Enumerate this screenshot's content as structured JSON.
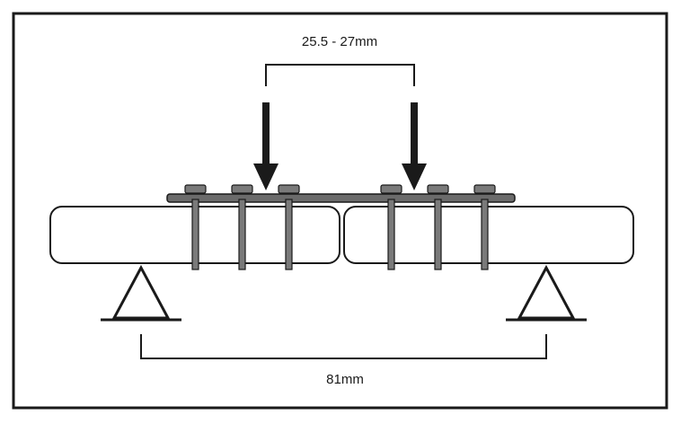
{
  "dimensions": {
    "load_span_label": "25.5 - 27mm",
    "support_span_label": "81mm"
  },
  "colors": {
    "stroke": "#1a1a1a",
    "plate_fill": "#6b6b6b",
    "screw_fill": "#7a7a7a",
    "bone_fill": "#ffffff",
    "background": "#ffffff"
  },
  "components": {
    "screws_per_segment": 3,
    "bone_segments": 2,
    "load_arrows": 2,
    "supports": 2
  }
}
